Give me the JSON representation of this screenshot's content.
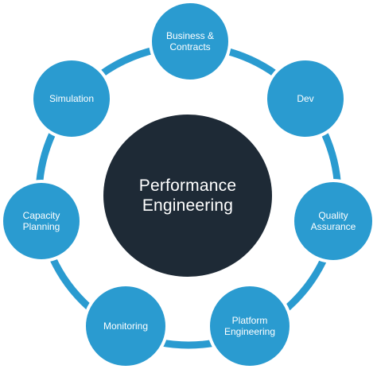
{
  "center": {
    "line1": "Performance",
    "line2": "Engineering"
  },
  "nodes": {
    "business": {
      "line1": "Business &",
      "line2": "Contracts"
    },
    "dev": {
      "line1": "Dev"
    },
    "quality": {
      "line1": "Quality",
      "line2": "Assurance"
    },
    "platform": {
      "line1": "Platform",
      "line2": "Engineering"
    },
    "monitoring": {
      "line1": "Monitoring"
    },
    "capacity": {
      "line1": "Capacity",
      "line2": "Planning"
    },
    "simulation": {
      "line1": "Simulation"
    }
  },
  "colors": {
    "ring": "#2a9bd0",
    "node": "#2a9bd0",
    "center": "#1e2a36",
    "text": "#ffffff"
  }
}
